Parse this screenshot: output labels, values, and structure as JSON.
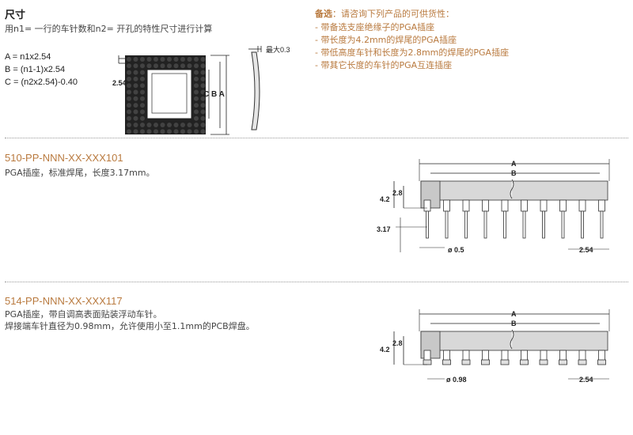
{
  "dimensions": {
    "title": "尺寸",
    "subtitle": "用n1= 一行的车针数和n2= 开孔的特性尺寸进行计算",
    "formulas": [
      "A = n1x2.54",
      "B = (n1-1)x2.54",
      "C = (n2x2.54)-0.40"
    ],
    "fig_label_254": "2.54",
    "fig_label_cba": "C B A",
    "fig_label_max": "最大0.3"
  },
  "options": {
    "title_bold": "备选",
    "title_rest": "：请咨询下列产品的可供货性：",
    "items": [
      "- 带备选支座绝缘子的PGA插座",
      "- 带长度为4.2mm的焊尾的PGA插座",
      "- 带低高度车针和长度为2.8mm的焊尾的PGA插座",
      "- 带其它长度的车针的PGA互连插座"
    ]
  },
  "products": [
    {
      "part": "510-PP-NNN-XX-XXX101",
      "lines": [
        "PGA插座，标准焊尾，长度3.17mm。"
      ],
      "drawing": {
        "A": "A",
        "B": "B",
        "h1": "4.2",
        "h2": "2.8",
        "tail": "3.17",
        "dia": "ø 0.5",
        "pitch": "2.54"
      }
    },
    {
      "part": "514-PP-NNN-XX-XXX117",
      "lines": [
        "PGA插座，带自调高表面贴装浮动车针。",
        "焊接端车针直径为0.98mm，允许使用小至1.1mm的PCB焊盘。"
      ],
      "drawing": {
        "A": "A",
        "B": "B",
        "h1": "4.2",
        "h2": "2.8",
        "dia": "ø 0.98",
        "pitch": "2.54"
      }
    }
  ]
}
